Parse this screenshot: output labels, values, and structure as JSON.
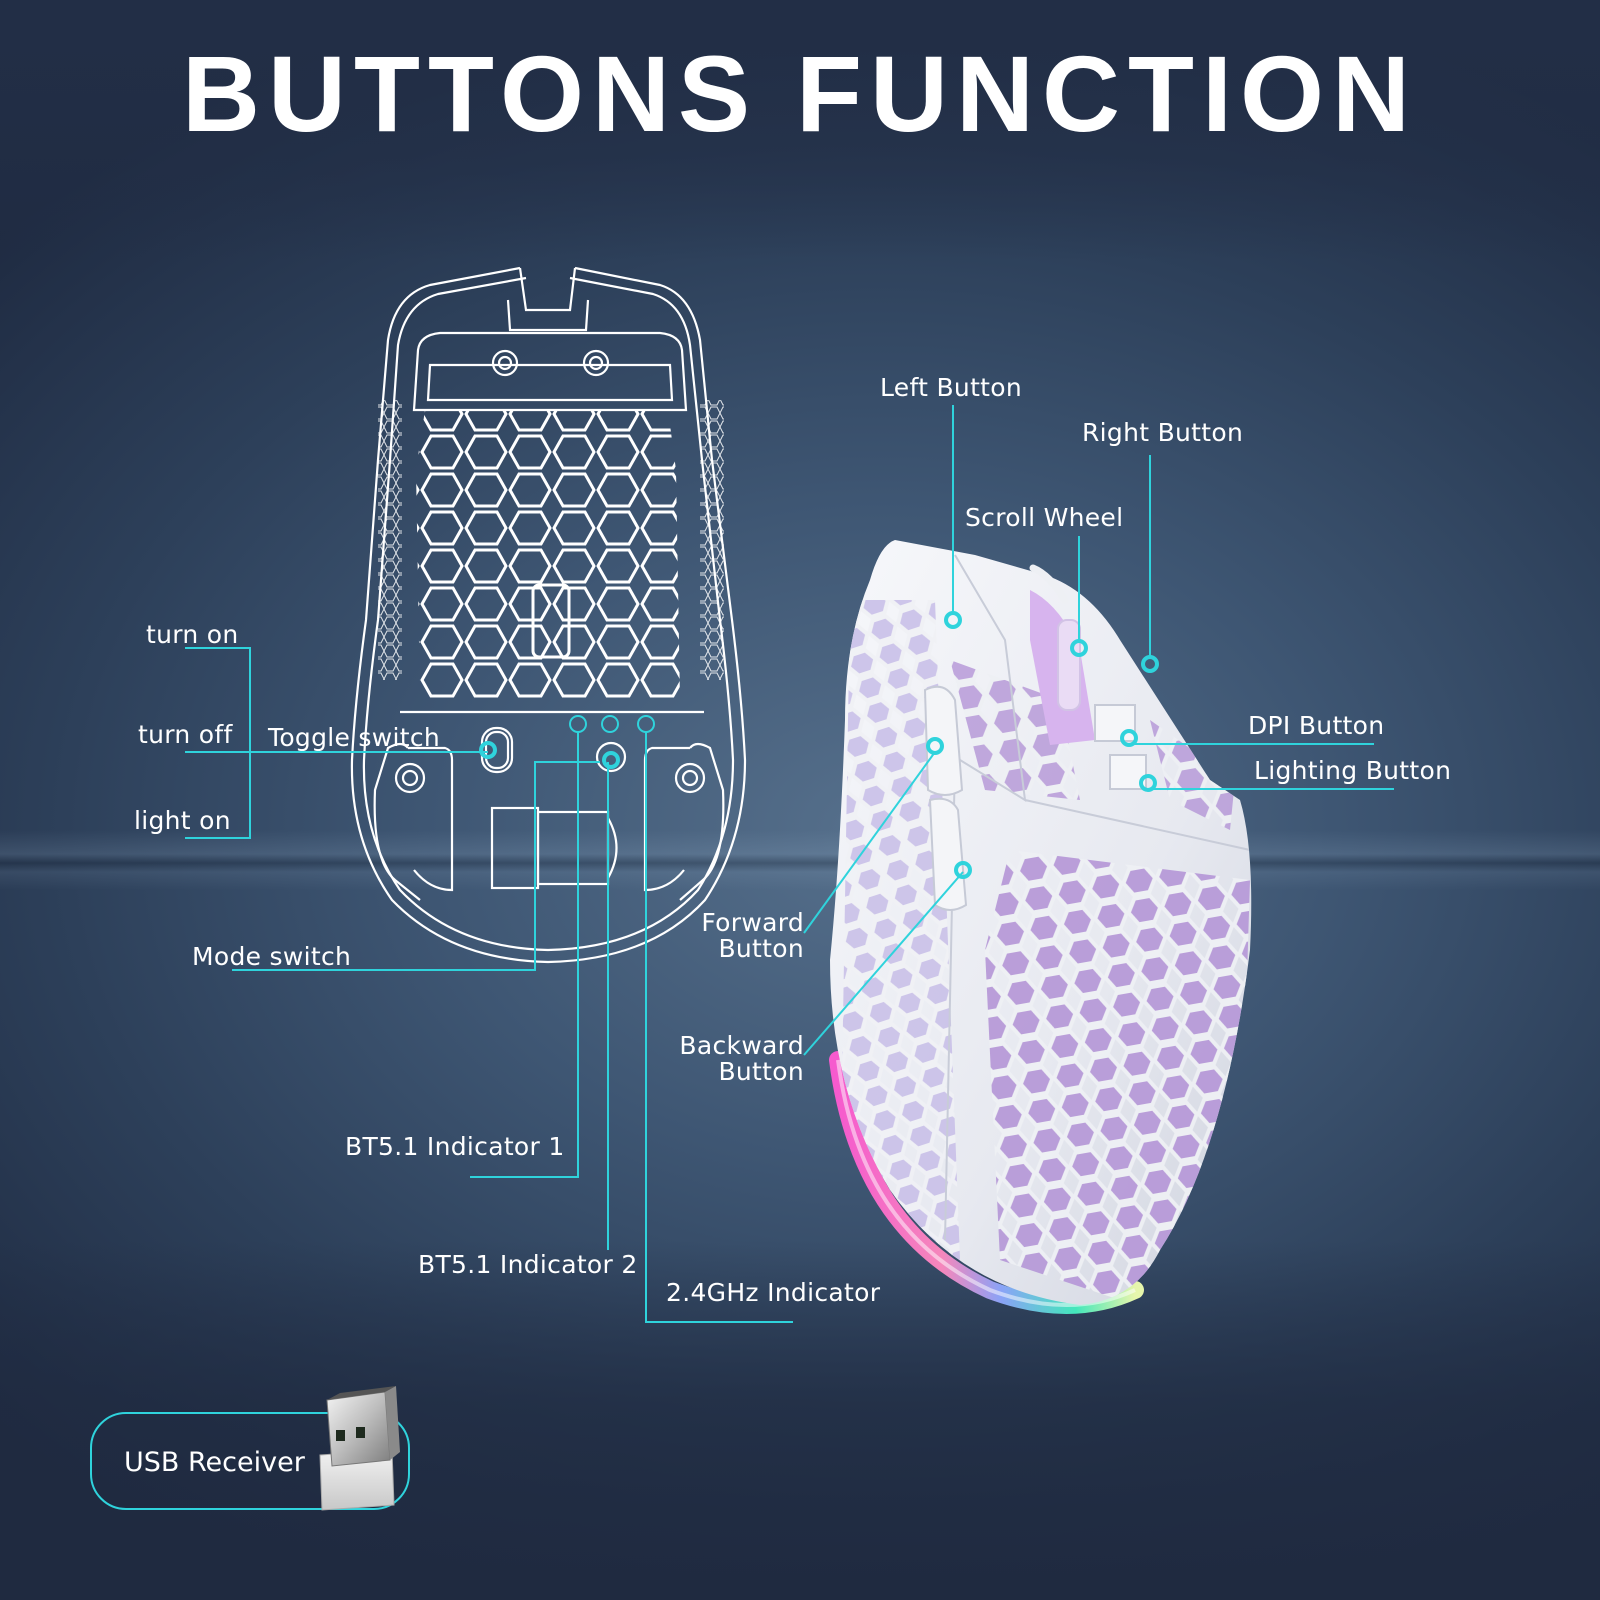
{
  "title": "BUTTONS FUNCTION",
  "colors": {
    "accent": "#2fd3dc",
    "text": "#ffffff",
    "background_dark": "#1f2b42",
    "background_light": "#56708c",
    "mouse_body": "#eeeff3",
    "honeycomb_glow": "#c59cf0"
  },
  "bottom_view": {
    "labels": {
      "turn_on": "turn on",
      "turn_off": "turn off",
      "light_on": "light on",
      "toggle_switch": "Toggle switch",
      "mode_switch": "Mode switch",
      "bt_indicator_1": "BT5.1 Indicator 1",
      "bt_indicator_2": "BT5.1 Indicator 2",
      "ghz_indicator": "2.4GHz Indicator"
    }
  },
  "top_view": {
    "labels": {
      "left_button": "Left Button",
      "right_button": "Right Button",
      "scroll_wheel": "Scroll Wheel",
      "dpi_button": "DPI Button",
      "lighting_button": "Lighting Button",
      "forward_button_line1": "Forward",
      "forward_button_line2": "Button",
      "backward_button_line1": "Backward",
      "backward_button_line2": "Button"
    }
  },
  "usb_receiver": {
    "label": "USB Receiver",
    "icon": "usb-dongle-icon"
  }
}
